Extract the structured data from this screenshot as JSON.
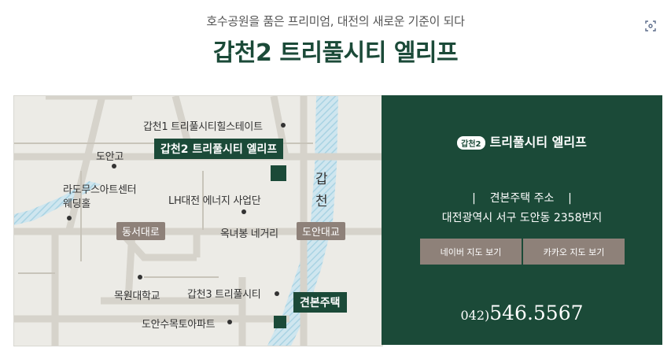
{
  "header": {
    "subtitle": "호수공원을 품은 프리미엄, 대전의 새로운 기준이 되다",
    "title": "갑천2 트리풀시티 엘리프"
  },
  "icons": {
    "corner": "image-search-icon"
  },
  "colors": {
    "brand_green": "#1b4a38",
    "road_tag": "#8e8179",
    "map_bg": "#ecebe6",
    "river": "#b8dbe8"
  },
  "map": {
    "places": {
      "gapcheon1": "갑천1 트리풀시티힐스테이트",
      "doan_high": "도안고",
      "lado": "라도무스아트센터",
      "wedding": "웨딩홀",
      "lh": "LH대전 에너지 사업단",
      "oknyeo": "옥녀봉 네거리",
      "mokwon": "목원대학교",
      "gapcheon3": "갑천3 트리풀시티",
      "doansu": "도안수목토아파트"
    },
    "roads": {
      "dongseo": "동서대로",
      "doan": "도안대교"
    },
    "river_label": "갑천",
    "target": "갑천2 트리풀시티 엘리프",
    "model_house": "견본주택"
  },
  "panel": {
    "brand_badge": "갑천2",
    "brand_name": "트리풀시티 엘리프",
    "address_title": "|    견본주택 주소    |",
    "address": "대전광역시 서구 도안동 2358번지",
    "naver_button": "네이버 지도 보기",
    "kakao_button": "카카오 지도 보기",
    "phone_area": "042)",
    "phone_number": "546.5567"
  }
}
